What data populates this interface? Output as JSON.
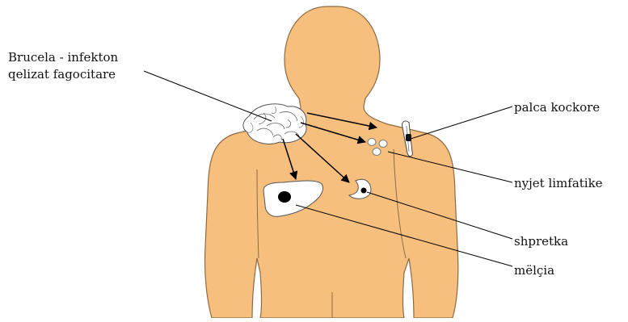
{
  "diagram": {
    "labels": {
      "pathogen_line1": "Brucela - infekton",
      "pathogen_line2": "qelizat fagocitare",
      "bone_marrow": "palca kockore",
      "lymph_nodes": "nyjet limfatike",
      "spleen": "shpretka",
      "liver": "mëlçia"
    },
    "colors": {
      "skin": "#f6bf7d",
      "outline": "#8c6a45",
      "arrow": "#000000",
      "organ_fill": "#ffffff",
      "background": "#ffffff"
    }
  }
}
